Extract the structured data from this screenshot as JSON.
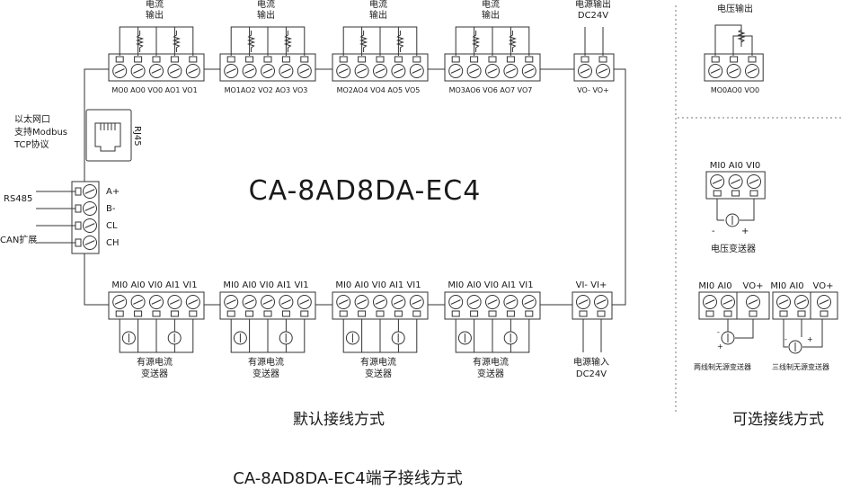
{
  "top_groups": [
    {
      "title": [
        "电流",
        "输出"
      ],
      "pins": "MO0 AO0 VO0 AO1 VO1"
    },
    {
      "title": [
        "电流",
        "输出"
      ],
      "pins": "MO1AO2 VO2 AO3 VO3"
    },
    {
      "title": [
        "电流",
        "输出"
      ],
      "pins": "MO2AO4 VO4 AO5 VO5"
    },
    {
      "title": [
        "电流",
        "输出"
      ],
      "pins": "MO3AO6 VO6 AO7 VO7"
    }
  ],
  "power_out": {
    "title": [
      "电源输出",
      "DC24V"
    ],
    "pins": "VO- VO+"
  },
  "bottom_groups": [
    {
      "pins": "MI0 AI0 VI0 AI1 VI1",
      "caption": [
        "有源电流",
        "变送器"
      ]
    },
    {
      "pins": "MI0 AI0 VI0 AI1 VI1",
      "caption": [
        "有源电流",
        "变送器"
      ]
    },
    {
      "pins": "MI0 AI0 VI0 AI1 VI1",
      "caption": [
        "有源电流",
        "变送器"
      ]
    },
    {
      "pins": "MI0 AI0 VI0 AI1 VI1",
      "caption": [
        "有源电流",
        "变送器"
      ]
    }
  ],
  "power_in": {
    "pins": "VI- VI+",
    "caption": [
      "电源输入",
      "DC24V"
    ]
  },
  "ethernet": {
    "lines": [
      "以太网口",
      "支持Modbus",
      "TCP协议"
    ],
    "port": "RJ45"
  },
  "side_pins": [
    "A+",
    "B-",
    "CL",
    "CH"
  ],
  "side_labels": {
    "rs485": "RS485",
    "can": "CAN扩展"
  },
  "model": "CA-8AD8DA-EC4",
  "default_caption": "默认接线方式",
  "optional_caption": "可选接线方式",
  "footer": "CA-8AD8DA-EC4端子接线方式",
  "optional": {
    "voltage_output": {
      "title": "电压输出",
      "pins": "MO0AO0 VO0"
    },
    "voltage_transmitter": {
      "pins": "MI0 AI0 VI0",
      "caption": "电压变送器"
    },
    "two_wire": {
      "pins_a": "MI0 AI0",
      "pins_b": "VO+",
      "caption": "两线制无源变送器"
    },
    "three_wire": {
      "pins_a": "MI0 AI0",
      "pins_b": "VO+",
      "caption": "三线制无源变送器"
    }
  }
}
